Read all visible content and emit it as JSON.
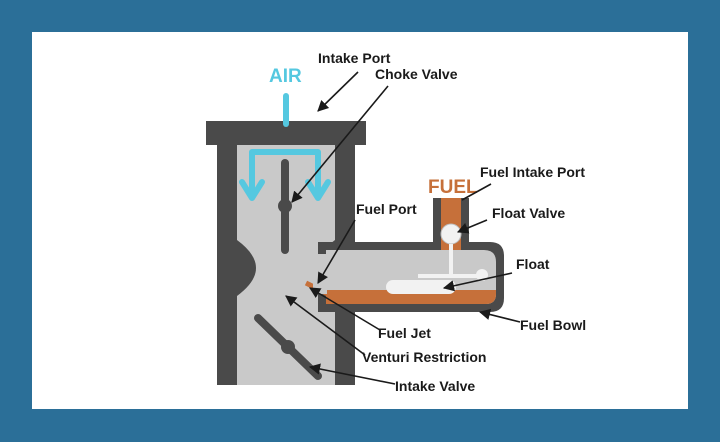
{
  "colors": {
    "frame": "#2b6f98",
    "panel": "#ffffff",
    "body_dark": "#4a4a4a",
    "body_light": "#c9c9c9",
    "air": "#55c8e0",
    "fuel": "#c6703a"
  },
  "flow_labels": {
    "air": "AIR",
    "fuel": "FUEL"
  },
  "labels": {
    "intake_port": "Intake Port",
    "choke_valve": "Choke Valve",
    "fuel_intake_port": "Fuel Intake Port",
    "fuel_port": "Fuel Port",
    "float_valve": "Float Valve",
    "float": "Float",
    "fuel_bowl": "Fuel Bowl",
    "fuel_jet": "Fuel Jet",
    "venturi_restriction": "Venturi Restriction",
    "intake_valve": "Intake Valve"
  }
}
